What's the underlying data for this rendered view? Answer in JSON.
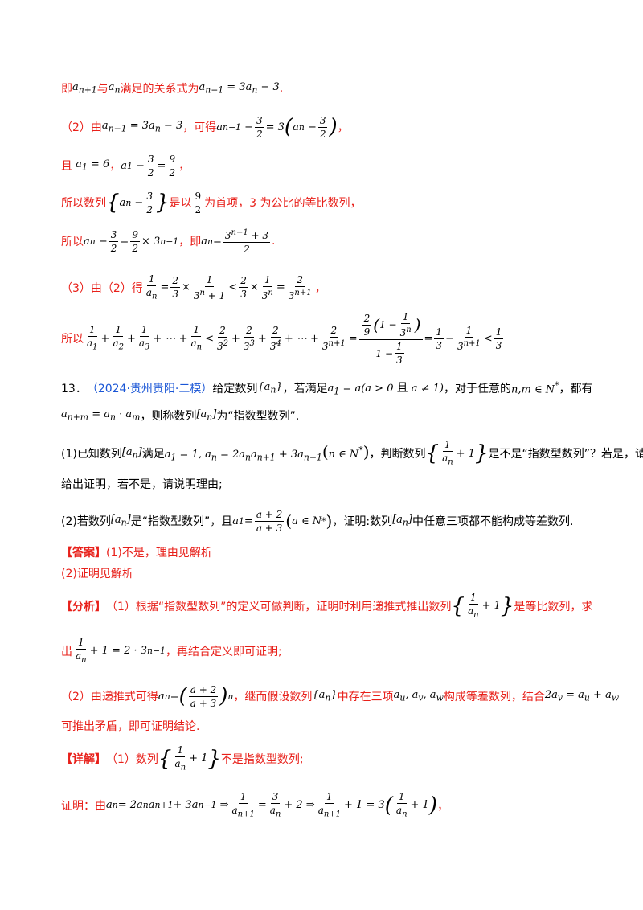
{
  "lines": {
    "l1": {
      "a": "即",
      "b": "与",
      "c": "满足的关系式为",
      "d": "."
    },
    "l2": {
      "a": "（2）由",
      "b": "，可得",
      "c": "，"
    },
    "l3": {
      "a": "且",
      "b": "，",
      "c": "，"
    },
    "l4": {
      "a": "所以数列",
      "b": "是以",
      "c": "为首项，3 为公比的等比数列，"
    },
    "l5": {
      "a": "所以",
      "b": "，即",
      "c": "."
    },
    "l6": {
      "a": "（3）由（2）得",
      "b": "，"
    },
    "l7": {
      "a": "所以"
    }
  },
  "problem": {
    "number": "13．",
    "source": "（2024·贵州贵阳·二模）",
    "p1a": "给定数列",
    "p1b": "，若满足",
    "p1c": "，对于任意的",
    "p1d": "，都有",
    "p2a": "，则称数列",
    "p2b": "为“指数型数列”.",
    "q1a": "(1)已知数列",
    "q1b": "满足",
    "q1c": "，判断数列",
    "q1d": "是不是“指数型数列”？若是，请",
    "q1e": "给出证明，若不是，请说明理由;",
    "q2a": "(2)若数列",
    "q2b": "是“指数型数列”，且",
    "q2c": "，证明:数列",
    "q2d": "中任意三项都不能构成等差数列."
  },
  "answer": {
    "tag": "【答案】",
    "a1": "(1)不是，理由见解析",
    "a2": "(2)证明见解析"
  },
  "analysis": {
    "tag": "【分析】",
    "t1": "（1）根据“指数型数列”的定义可做判断，证明时利用递推式推出数列",
    "t2": "是等比数列，求",
    "t3": "出",
    "t4": "，再结合定义即可证明;",
    "t5": "（2）由递推式可得",
    "t6": "，继而假设数列",
    "t7": "中存在三项",
    "t8": "构成等差数列，结合",
    "t9": "可推出矛盾，即可证明结论."
  },
  "detail": {
    "tag": "【详解】",
    "t1": "（1）数列",
    "t2": "不是指数型数列;",
    "t3": "证明：由",
    "t4": "，"
  }
}
